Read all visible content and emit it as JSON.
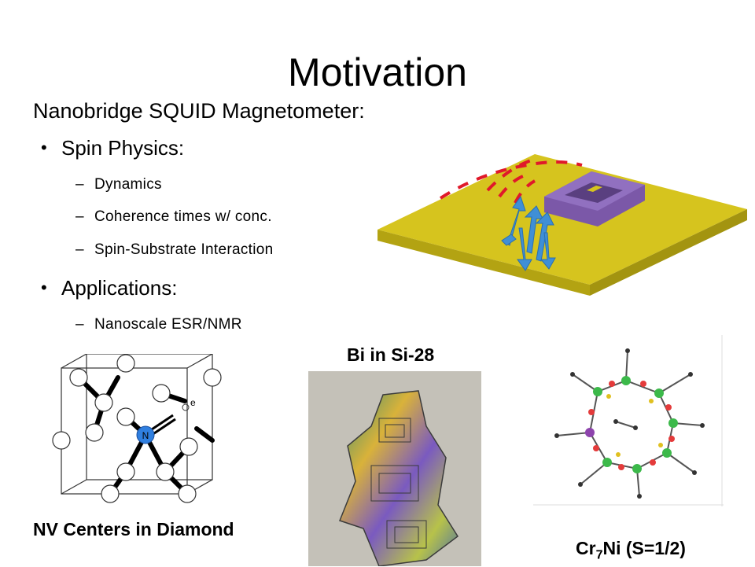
{
  "slide": {
    "title": "Motivation",
    "subtitle": "Nanobridge SQUID Magnetometer:",
    "bullets": [
      {
        "label": "Spin Physics:",
        "subitems": [
          "Dynamics",
          "Coherence times w/ conc.",
          "Spin-Substrate Interaction"
        ]
      },
      {
        "label": "Applications:",
        "subitems": [
          "Nanoscale ESR/NMR"
        ]
      }
    ],
    "bullet_glyph": "•",
    "dash_glyph": "–"
  },
  "figures": {
    "bi_caption": "Bi in Si-28",
    "nv_caption": "NV Centers in Diamond",
    "cr_caption_base": "Cr",
    "cr_caption_sub": "7",
    "cr_caption_rest": "Ni (S=1/2)",
    "nv_atom_label": "N",
    "nv_electron_label": "e"
  },
  "colors": {
    "substrate": "#d6c41e",
    "substrate_side": "#b3a312",
    "squid": "#7b58a8",
    "field_lines": "#e0192a",
    "spins": "#3f8fd6",
    "nitrogen": "#2f7fe0"
  }
}
